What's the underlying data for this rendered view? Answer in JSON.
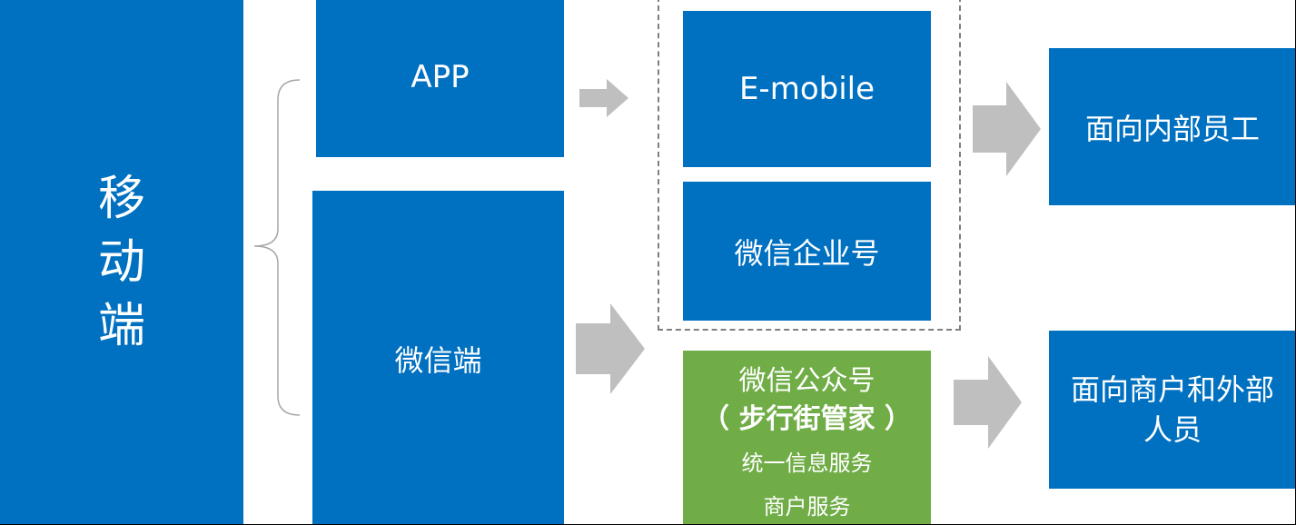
{
  "diagram": {
    "root": {
      "label": "移\n动\n端"
    },
    "channels": {
      "app": "APP",
      "wechat": "微信端"
    },
    "platforms": {
      "emobile": "E-mobile",
      "wechat_corp": "微信企业号"
    },
    "public_account": {
      "line1": "微信公众号",
      "line2": "（ 步行街管家 ）",
      "line3": "统一信息服务",
      "line4": "商户服务"
    },
    "audiences": {
      "internal": "面向内部员工",
      "merchant": "面向商户和外部\n人员"
    }
  },
  "colors": {
    "primary_blue": "#0070c0",
    "green": "#70ad47",
    "arrow_gray": "#bfbfbf",
    "brace_gray": "#a6a6a6",
    "dashed_border": "#7f7f7f"
  }
}
